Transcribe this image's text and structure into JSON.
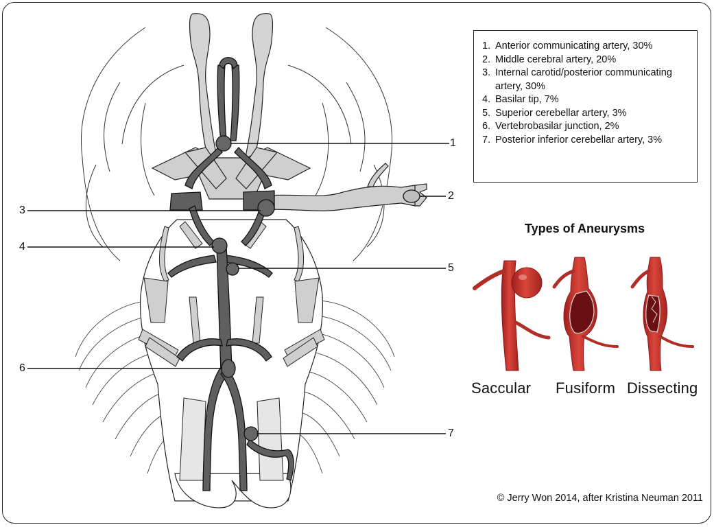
{
  "legend": {
    "items": [
      {
        "num": "1.",
        "text": "Anterior communicating artery, 30%"
      },
      {
        "num": "2.",
        "text": "Middle cerebral artery, 20%"
      },
      {
        "num": "3.",
        "text": "Internal carotid/posterior communicating artery, 30%"
      },
      {
        "num": "4.",
        "text": "Basilar tip, 7%"
      },
      {
        "num": "5.",
        "text": "Superior cerebellar artery, 3%"
      },
      {
        "num": "6.",
        "text": "Vertebrobasilar junction, 2%"
      },
      {
        "num": "7.",
        "text": "Posterior inferior cerebellar artery, 3%"
      }
    ]
  },
  "callouts": {
    "c1": "1",
    "c2": "2",
    "c3": "3",
    "c4": "4",
    "c5": "5",
    "c6": "6",
    "c7": "7"
  },
  "aneurysm_types": {
    "title": "Types of Aneurysms",
    "labels": [
      "Saccular",
      "Fusiform",
      "Dissecting"
    ]
  },
  "credit": "© Jerry Won 2014, after Kristina Neuman 2011",
  "colors": {
    "artery_dark": "#5f5f5f",
    "artery_light": "#cfcfcf",
    "outline": "#222222",
    "aneurysm_red": "#c8342c",
    "aneurysm_dark": "#7d1214"
  }
}
